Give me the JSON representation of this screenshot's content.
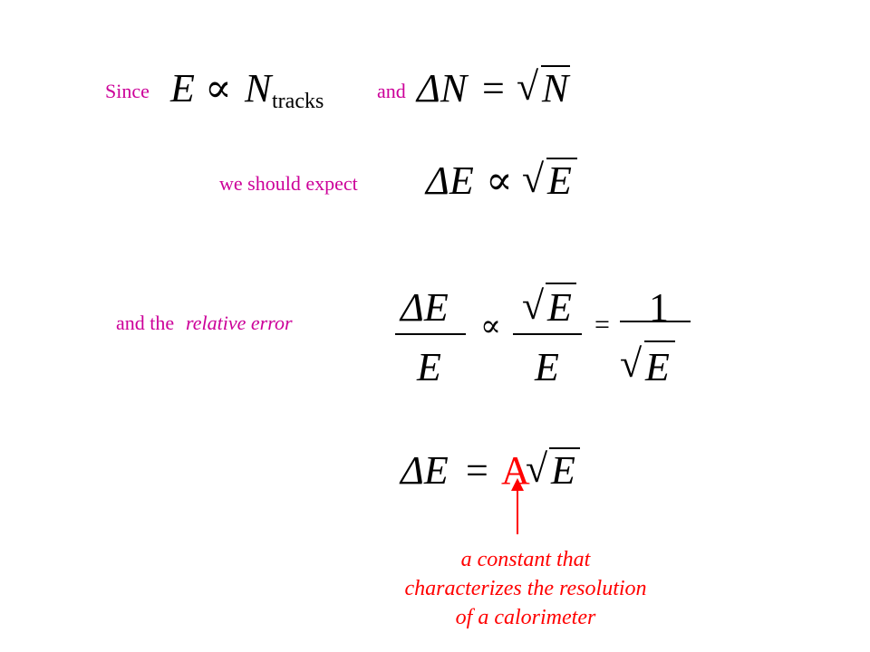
{
  "line1": {
    "since_label": "Since",
    "E": "E",
    "prop": "∝",
    "N": "N",
    "sub_tracks": "tracks",
    "and_label": "and",
    "deltaN": "ΔN",
    "equals": "=",
    "sqrt": "√",
    "N_under": "N"
  },
  "line2": {
    "text": "we should expect",
    "deltaE": "ΔE",
    "prop": "∝",
    "sqrt": "√",
    "E_under": "E"
  },
  "line3": {
    "text_and_the": "and the",
    "text_relative_error": "relative error",
    "frac1_num": "ΔE",
    "frac1_den": "E",
    "prop": "∝",
    "frac2_num_sqrt": "√",
    "frac2_num_E": "E",
    "frac2_den": "E",
    "equals": "=",
    "frac3_num": "1",
    "frac3_den_sqrt": "√",
    "frac3_den_E": "E"
  },
  "line4": {
    "deltaE": "ΔE",
    "equals": "=",
    "A": "A",
    "sqrt": "√",
    "E_under": "E"
  },
  "note": {
    "line1": "a constant that",
    "line2": "characterizes the resolution",
    "line3": "of a calorimeter"
  },
  "colors": {
    "text_magenta": "#cc0099",
    "equation_black": "#000000",
    "annotation_red": "#ff0000"
  }
}
